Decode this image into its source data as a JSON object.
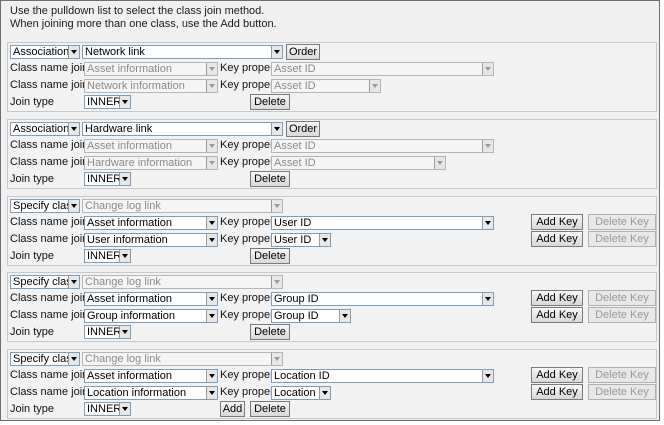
{
  "instructions": [
    "Use the pulldown list to select the class join method.",
    "When joining more than one class, use the Add button."
  ],
  "labels": {
    "class_name_join": "Class name join",
    "class_name_join_to": "Class name join to",
    "key_property": "Key property",
    "join_type": "Join type"
  },
  "buttons": {
    "order": "Order",
    "delete": "Delete",
    "add": "Add",
    "add_key": "Add Key",
    "delete_key": "Delete Key"
  },
  "blocks": [
    {
      "method": "Association",
      "link": "Network link",
      "link_disabled": false,
      "join_class": "Asset information",
      "join_key": "Asset ID",
      "join_to_class": "Network information",
      "join_to_key": "Asset ID",
      "join_type": "INNER",
      "editable": false,
      "has_order": true,
      "has_add": false
    },
    {
      "method": "Association",
      "link": "Hardware link",
      "link_disabled": false,
      "join_class": "Asset information",
      "join_key": "Asset ID",
      "join_to_class": "Hardware information",
      "join_to_key": "Asset ID",
      "join_type": "INNER",
      "editable": false,
      "has_order": true,
      "has_add": false
    },
    {
      "method": "Specify class",
      "link": "Change log link",
      "link_disabled": true,
      "join_class": "Asset information",
      "join_key": "User ID",
      "join_to_class": "User information",
      "join_to_key": "User ID",
      "join_type": "INNER",
      "editable": true,
      "has_order": false,
      "has_add": false
    },
    {
      "method": "Specify class",
      "link": "Change log link",
      "link_disabled": true,
      "join_class": "Asset information",
      "join_key": "Group ID",
      "join_to_class": "Group information",
      "join_to_key": "Group ID",
      "join_type": "INNER",
      "editable": true,
      "has_order": false,
      "has_add": false
    },
    {
      "method": "Specify class",
      "link": "Change log link",
      "link_disabled": true,
      "join_class": "Asset information",
      "join_key": "Location ID",
      "join_to_class": "Location information",
      "join_to_key": "Location ID",
      "join_type": "INNER",
      "editable": true,
      "has_order": false,
      "has_add": true
    }
  ]
}
